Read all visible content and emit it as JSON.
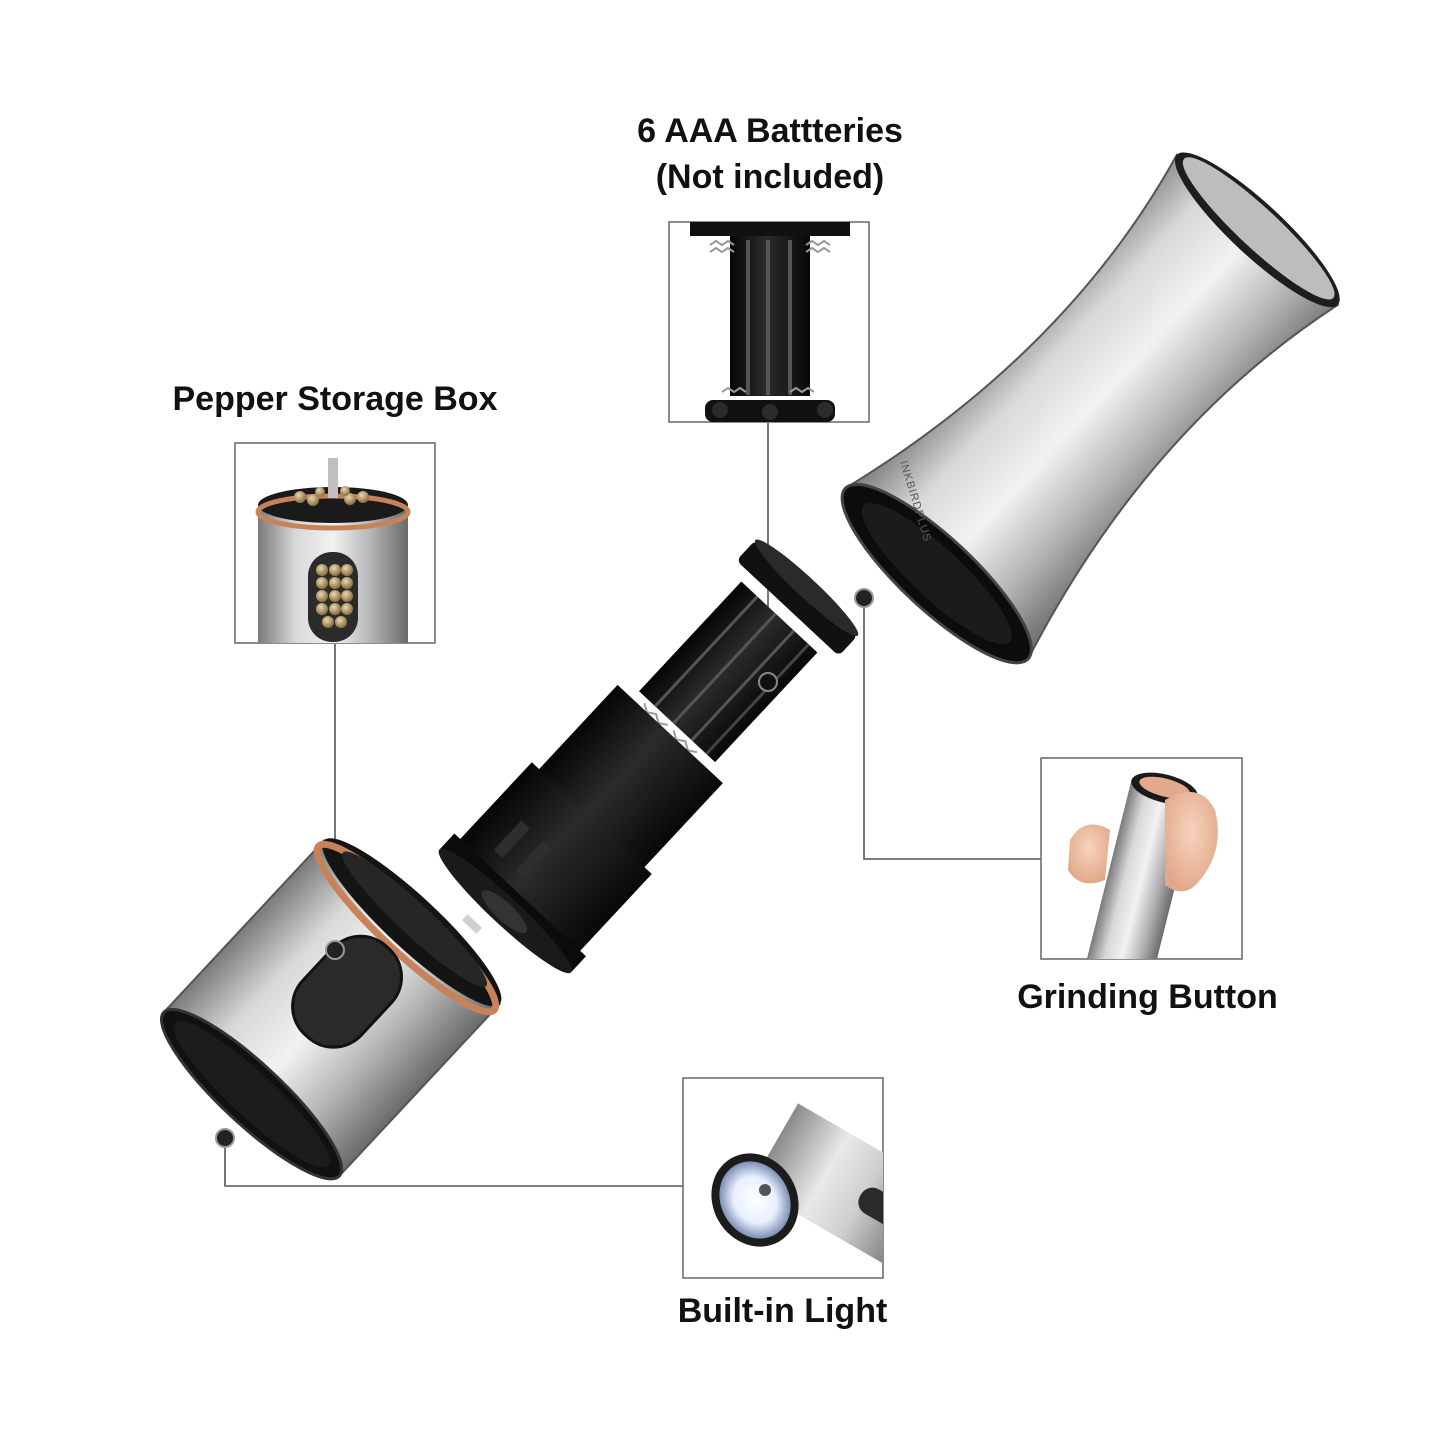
{
  "callouts": {
    "batteries": {
      "line1": "6 AAA Battteries",
      "line2": "(Not included)"
    },
    "pepper_storage": {
      "label": "Pepper Storage Box"
    },
    "grinding_button": {
      "label": "Grinding Button"
    },
    "built_in_light": {
      "label": "Built-in Light"
    }
  },
  "product": {
    "brand_engraving": "INKBIRDPLUS"
  },
  "colors": {
    "steel_light": "#e6e6e6",
    "steel_mid": "#a9a9a9",
    "steel_dark": "#6f6f6f",
    "black_plastic": "#141414",
    "copper_ring": "#c8825a",
    "leader_line": "#555555",
    "frame_border": "#666666"
  }
}
